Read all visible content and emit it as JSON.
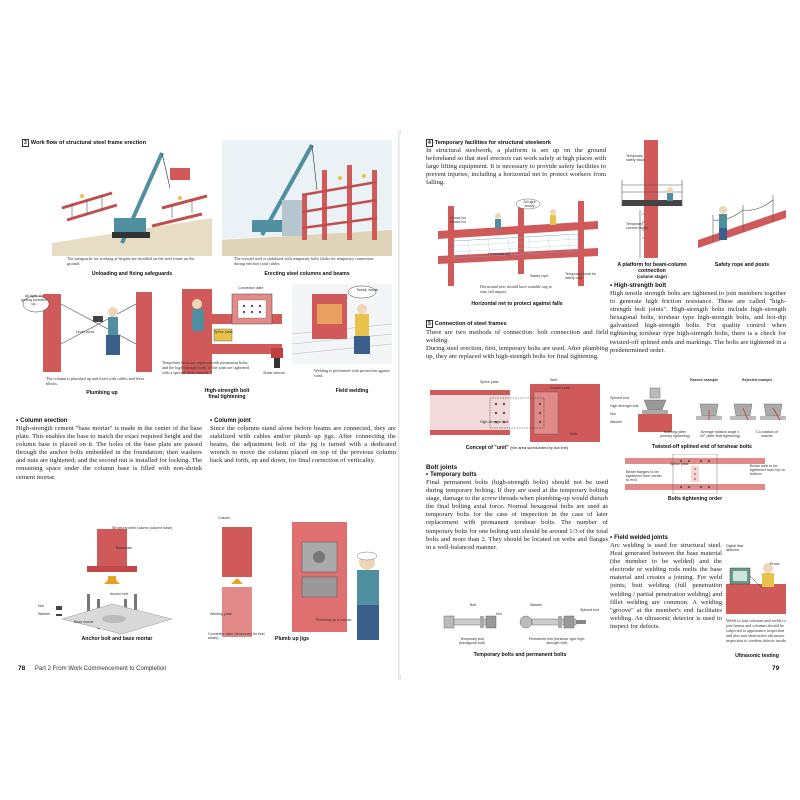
{
  "left": {
    "sec3_heading_num": "3",
    "sec3_heading": "Work flow of structural steel frame erection",
    "fig1_caption": "The safeguards for working at heights are installed on the steel frame on the ground.",
    "fig1_title": "Unloading and fixing safeguards",
    "fig2_caption": "The erected steel is stabilized with temporary bolts (bolts for temporary connection during erection) and cables.",
    "fig2_title": "Erecting steel columns and beams",
    "fig3_bubble": "All right, it's getting plumbed up.",
    "fig3_label_lever": "Lever block",
    "fig3_caption": "The column is plumbed up and fixed with cables and lever blocks.",
    "fig3_title": "Plumbing up",
    "fig4_label_connector": "Connector plate",
    "fig4_label_splice": "Splice plate",
    "fig4_label_wrench": "Shear wrench",
    "fig4_caption": "Temporary bolts are replaced with permanent bolts, and the high-strength bolts of the joint are tightened with a special shear wrench.",
    "fig4_title_line1": "High-strength bolt",
    "fig4_title_line2": "final tightening",
    "fig5_bubble": "Tweak, tweak",
    "fig5_caption": "Welding is performed with protection against wind.",
    "fig5_title": "Field welding",
    "col_erection_heading": "Column erection",
    "col_erection_text": "High-strength cement \"base mortar\" is made in the center of the base plate. This enables the base to match the exact required height and the column base is placed on it. The holes of the base plate are passed through the anchor bolts embedded in the foundation; then washers and nuts are tightened; and the second nut is installed for locking. The remaining space under the column base is filled with non-shrink cement mortar.",
    "col_joint_heading": "Column joint",
    "col_joint_text": "Since the columns stand alone before beams are connected, they are stabilized with cables and/or plumb up jigs. After connecting the beams, the adjustment bolt of the jig is turned with a dedicated wrench to move the column placed on top of the previous column back and forth, up and down, for final correction of verticality.",
    "fig6_label_struct": "Structural steel column (column base)",
    "fig6_label_baseplate": "Baseplate",
    "fig6_label_anchor": "Anchor bolt",
    "fig6_label_nut": "Nut",
    "fig6_label_washer": "Washer",
    "fig6_label_mortar": "Base mortar",
    "fig6_title": "Anchor bolt and base mortar",
    "fig7_label_column": "Column",
    "fig7_label_welding": "Welding plate",
    "fig7_label_connector": "Connector plate (temporary for field welds)",
    "fig7_label_plumb": "Plumbing up a column",
    "fig7_title": "Plumb up jigs",
    "footer_page": "78",
    "footer_text": "Part 2  From Work Commencement to Completion"
  },
  "right": {
    "sec4_heading_num": "4",
    "sec4_heading": "Temporary facilities for structural steelwork",
    "sec4_text": "In structural steelwork, a platform is set up on the ground beforehand so that steel erectors can work safely at high places with large lifting equipment. It is necessary to provide safety facilities to prevent injuries, including a horizontal net to protect workers from falling.",
    "fig_net_bubble": "All right, slowly.",
    "fig_net_label_heave": "Heave ho! Heave ho!",
    "fig_net_label_hnet": "Horizontal net",
    "fig_net_label_rope": "Safety rope",
    "fig_net_label_hook": "Temporary hook for safety rope",
    "fig_net_caption": "Horizontal nets should have suitable sag to ease fall impact.",
    "fig_net_title": "Horizontal net to protect against falls",
    "fig_platform_label_block": "Temporary safety block",
    "fig_platform_label_ladder": "Temporary column ladder",
    "fig_platform_title": "A platform for beam-column connection",
    "fig_platform_title_sub": "(column stage)",
    "fig_rope_title": "Safety rope and posts",
    "sec5_heading_num": "5",
    "sec5_heading": "Connection of steel frames",
    "sec5_text": "There are two methods of connection: bolt connection and field welding.\n  During steel erection, first, temporary bolts are used. After plumbing up, they are replaced with high-strength bolts for final tightening.",
    "fig_unit_label_splice": "Splice plate",
    "fig_unit_label_web": "Web",
    "fig_unit_label_gusset": "Gusset plate",
    "fig_unit_label_hsb": "High-strength bolt",
    "fig_unit_label_web2": "Web",
    "fig_unit_title": "Concept of \"unit\"",
    "fig_unit_title_sub": "(the area surrounded by dot line)",
    "hsb_heading": "High-strength bolt",
    "hsb_text": "High tensile strength bolts are tightened to join members together to generate high friction resistance. These are called \"high-strength bolt joints\". High-strength bolts include high-strength hexagonal bolts, torshear type high-strength bolts, and hot-dip galvanized high-strength bolts. For quality control when tightening torshear type high-strength bolts, there is a check for twisted-off splined ends and markings. The bolts are tightened in a predetermined order.",
    "fig_twist_passed": "Passed example",
    "fig_twist_rejected": "Rejected example",
    "fig_twist_label_spline": "Splined end",
    "fig_twist_label_hsb": "High-strength bolt",
    "fig_twist_label_nut": "Nut",
    "fig_twist_label_washer": "Washer",
    "fig_twist_label_marking": "Marking (after primary tightening)",
    "fig_twist_label_angle": "Average rotation angle ± 30° (after final tightening)",
    "fig_twist_label_corot": "Co-rotation of washer",
    "fig_twist_title": "Twisted-off splined end of torshear bolts",
    "fig_order_label_beam": "Beam flanges to be tightened from center to end",
    "fig_order_label_splice": "Splice plate",
    "fig_order_label_webs": "Beam web to be tightened from top to bottom",
    "fig_order_title": "Bolts tightening order",
    "bolt_joints_heading": "Bolt joints",
    "temp_bolts_heading": "Temporary bolts",
    "temp_bolts_text": "Final permanent bolts (high-strength bolts) should not be used during temporary bolting. If they are used at the temporary bolting stage, damage to the screw threads when plumbing-up would disturb the final bolting axial force. Normal hexagonal bolts are used as temporary bolts for the case of inspection in the case of later replacement with permanent torshear bolts. The number of temporary bolts for one bolting unit should be around 1/3 of the total bolts and more than 2. They should be located on webs and flanges in a well-balanced manner.",
    "fig_bolts_label_bolt": "Bolt",
    "fig_bolts_label_washer": "Washer",
    "fig_bolts_label_nut": "Nut",
    "fig_bolts_label_spline": "Splined end",
    "fig_bolts_label_temp": "Temporary bolt (hexagonal bolt)",
    "fig_bolts_label_perm": "Permanent bolt (torshear type high-strength bolt)",
    "fig_bolts_title": "Temporary bolts and permanent bolts",
    "field_heading": "Field welded joints",
    "field_text": "Arc welding is used for structural steel. Heat generated between the base material (the member to be welded) and the electrode or welding rods melts the base material and creates a joining. For weld joints, butt welding (full penetration welding / partial penetration welding) and fillet welding are common. A welding \"groove\" at the member's end facilitates welding. An ultrasonic detector is used to inspect for defects.",
    "fig_ultra_label_digital": "Digital flaw detector",
    "fig_ultra_label_probe": "Probe",
    "fig_ultra_caption": "Welds to join columns and welds to join beams and columns should be subjected to appearance inspection and also non-destructive ultrasonic inspection to confirm defects inside.",
    "fig_ultra_title": "Ultrasonic testing",
    "footer_page": "79"
  },
  "colors": {
    "steel_red": "#d05a5a",
    "steel_pink": "#e28a8a",
    "crane_teal": "#4f8fa0",
    "sky_blue": "#9ec6dc",
    "worker_yellow": "#e8c24a",
    "ground": "#c9b48a"
  }
}
